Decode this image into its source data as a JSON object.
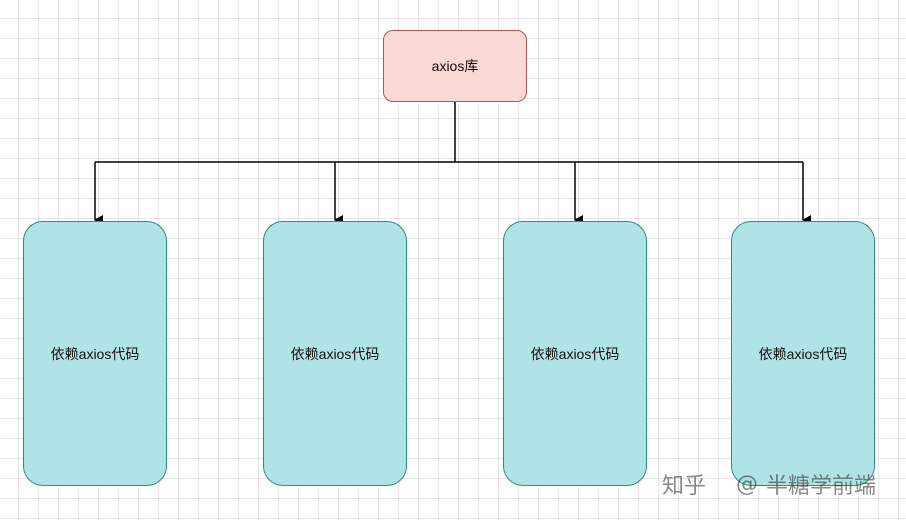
{
  "colors": {
    "root_fill": "#fad9d5",
    "root_border": "#b85450",
    "child_fill": "#b0e3e6",
    "child_border": "#2a8c86",
    "connector": "#000000",
    "grid": "#e6e6e6"
  },
  "root": {
    "label": "axios库"
  },
  "children": [
    {
      "label": "依赖axios代码"
    },
    {
      "label": "依赖axios代码"
    },
    {
      "label": "依赖axios代码"
    },
    {
      "label": "依赖axios代码"
    }
  ],
  "watermark": {
    "site": "知乎",
    "at": "@",
    "author": "半糖学前端"
  }
}
